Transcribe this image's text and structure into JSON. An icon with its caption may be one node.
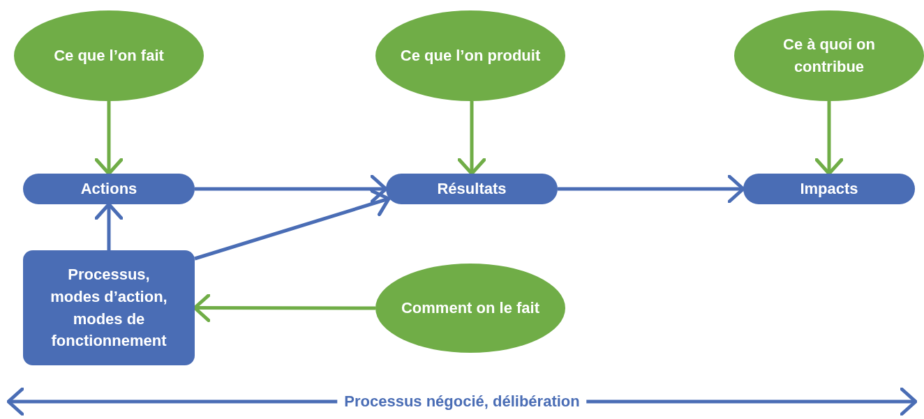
{
  "diagram": {
    "nodes": [
      {
        "text": [
          "Ce que l’on fait"
        ]
      },
      {
        "text": [
          "Ce que l’on produit"
        ]
      },
      {
        "text": [
          "Ce à quoi on contribue"
        ]
      },
      {
        "text": [
          "Actions"
        ]
      },
      {
        "text": [
          "Résultats"
        ]
      },
      {
        "text": [
          "Impacts"
        ]
      },
      {
        "text": [
          "Processus, modes d’action, modes de fonctionnement"
        ]
      },
      {
        "text": [
          "Comment on le fait"
        ]
      }
    ],
    "edges": [
      {
        "from": 0,
        "to": 3,
        "arrow": "to",
        "color": "#70ad47"
      },
      {
        "from": 1,
        "to": 4,
        "arrow": "to",
        "color": "#70ad47"
      },
      {
        "from": 2,
        "to": 5,
        "arrow": "to",
        "color": "#70ad47"
      },
      {
        "from": 3,
        "to": 4,
        "arrow": "to",
        "color": "#4a6db5"
      },
      {
        "from": 4,
        "to": 5,
        "arrow": "to",
        "color": "#4a6db5"
      },
      {
        "from": 6,
        "to": 3,
        "arrow": "to",
        "color": "#4a6db5"
      },
      {
        "from": 6,
        "to": 4,
        "arrow": "to",
        "color": "#4a6db5"
      },
      {
        "from": 7,
        "to": 6,
        "arrow": "to",
        "color": "#70ad47"
      }
    ],
    "labels": [
      "Processus négocié, délibération"
    ]
  }
}
